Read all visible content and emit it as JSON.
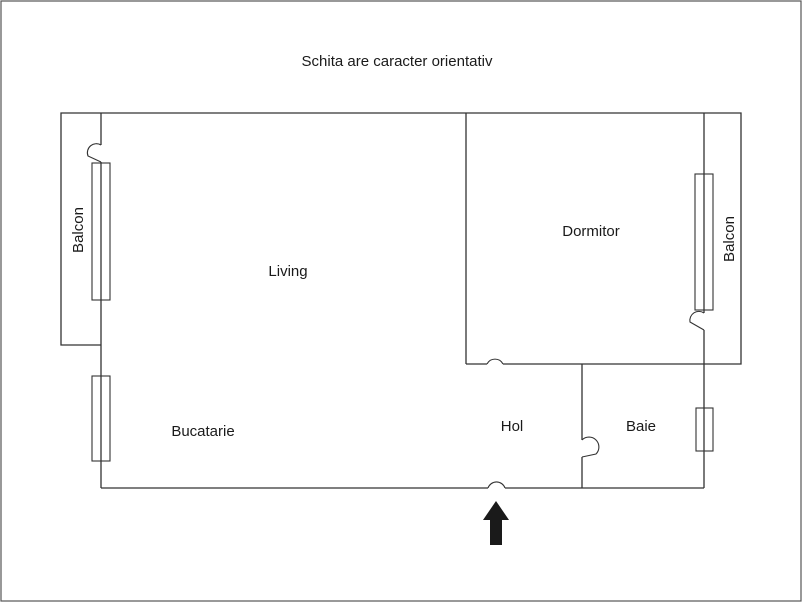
{
  "note": "Schita are caracter orientativ",
  "rooms": {
    "living": "Living",
    "dormitor": "Dormitor",
    "bucatarie": "Bucatarie",
    "hol": "Hol",
    "baie": "Baie",
    "balcon_left": "Balcon",
    "balcon_right": "Balcon"
  },
  "colors": {
    "lines": "#333333",
    "arrow": "#1a1a1a",
    "background": "#ffffff"
  },
  "icons": {
    "entrance": "entrance-arrow-icon"
  }
}
